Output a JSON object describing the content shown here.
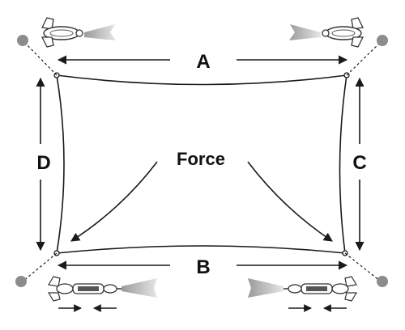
{
  "labels": {
    "top_edge": "A",
    "bottom_edge": "B",
    "right_edge": "C",
    "left_edge": "D",
    "center": "Force"
  },
  "colors": {
    "line": "#1a1a1a",
    "anchor_ball": "#8c8c8c",
    "hardware": "#b5b5b5",
    "hardware_dark": "#555555",
    "background": "#ffffff"
  },
  "hardware": {
    "top_corners": "carabiner-clip-icon",
    "bottom_corners": "turnbuckle-icon",
    "anchors": "anchor-ball-icon"
  }
}
